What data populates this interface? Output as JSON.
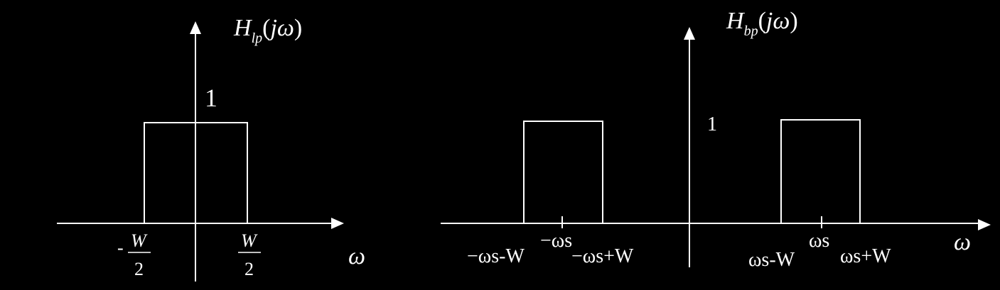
{
  "background_color": "#000000",
  "stroke_color": "#ffffff",
  "lowpass": {
    "title_main": "H",
    "title_sub": "lp",
    "title_open": "(",
    "title_j": "j",
    "title_omega": "ω",
    "title_close": ")",
    "amplitude_label": "1",
    "axis_label": "ω",
    "left_tick_sign": "-",
    "left_tick_num": "W",
    "left_tick_den": "2",
    "right_tick_num": "W",
    "right_tick_den": "2"
  },
  "bandpass": {
    "title_main": "H",
    "title_sub": "bp",
    "title_open": "(",
    "title_j": "j",
    "title_omega": "ω",
    "title_close": ")",
    "amplitude_label": "1",
    "axis_label": "ω",
    "neg_center_label": "−ωs",
    "neg_left_edge_label": "−ωs-W",
    "neg_right_edge_label": "−ωs+W",
    "pos_center_label": "ωs",
    "pos_left_edge_label": "ωs-W",
    "pos_right_edge_label": "ωs+W"
  }
}
